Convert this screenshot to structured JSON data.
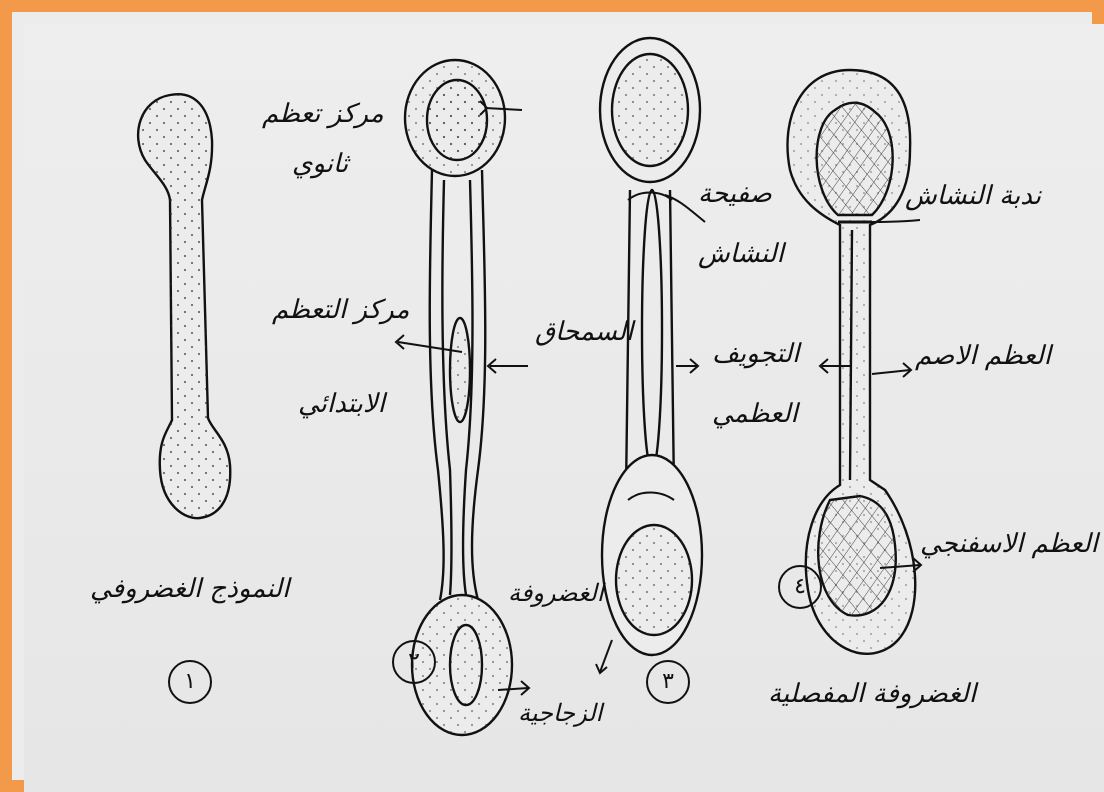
{
  "stages": [
    {
      "number": "١",
      "caption": "النموذج الغضروفي"
    },
    {
      "number": "٢",
      "caption": ""
    },
    {
      "number": "٣",
      "caption": ""
    },
    {
      "number": "٤",
      "caption": "الغضروفة المفصلية"
    }
  ],
  "labels": {
    "secondary_center_1": "مركز تعظم",
    "secondary_center_2": "ثانوي",
    "primary_center_1": "مركز التعظم",
    "primary_center_2": "الابتدائي",
    "periosteum": "السمحاق",
    "hyaline_cartilage_1": "الغضروفة",
    "hyaline_cartilage_2": "الزجاجية",
    "growth_plate_1": "صفيحة",
    "growth_plate_2": "النشاش",
    "marrow_cavity_1": "التجويف",
    "marrow_cavity_2": "العظمي",
    "growth_scar": "ندبة النشاش",
    "compact_bone": "العظم الاصم",
    "spongy_bone": "العظم الاسفنجي"
  }
}
